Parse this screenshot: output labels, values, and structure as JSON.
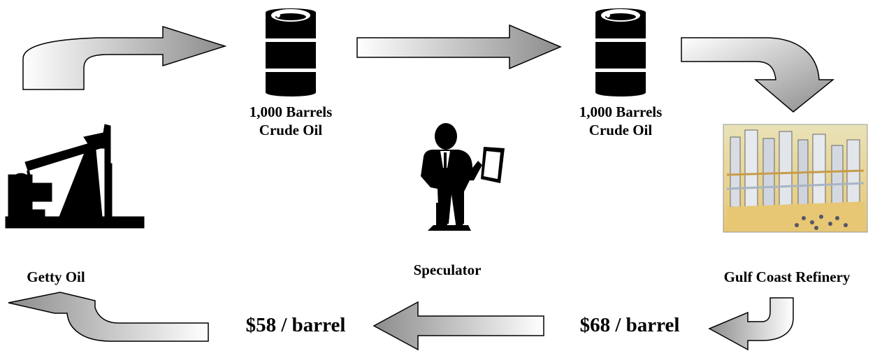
{
  "barrel_left": {
    "line1": "1,000 Barrels",
    "line2": "Crude Oil"
  },
  "barrel_right": {
    "line1": "1,000 Barrels",
    "line2": "Crude Oil"
  },
  "producer": {
    "label": "Getty Oil",
    "icon": "oil-pump-icon"
  },
  "speculator": {
    "label": "Speculator",
    "icon": "businessman-icon"
  },
  "refinery": {
    "label": "Gulf Coast Refinery",
    "icon": "refinery-icon"
  },
  "price_paid_by_speculator": "$58 / barrel",
  "price_paid_by_refinery": "$68 / barrel",
  "colors": {
    "arrow_light": "#ffffff",
    "arrow_dark": "#8c8c8c",
    "outline": "#000000"
  }
}
